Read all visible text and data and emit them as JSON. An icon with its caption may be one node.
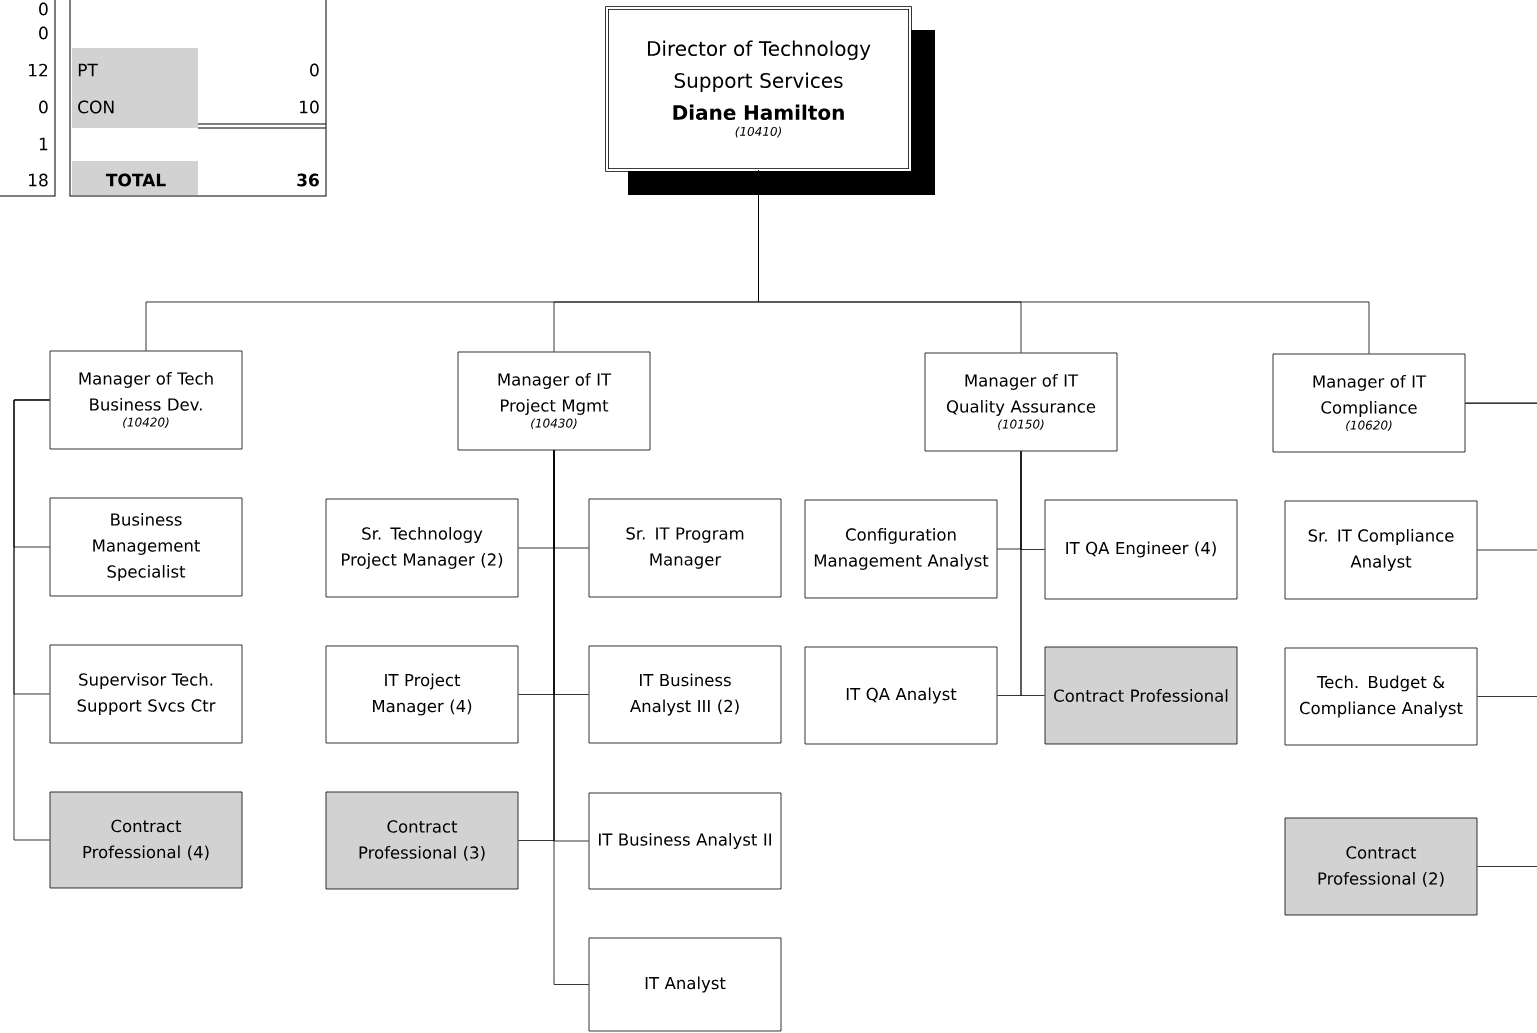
{
  "diagram": {
    "nodes": [
      {
        "text": [
          "Director of Technology Support Services",
          "Diane Hamilton",
          "(10410)"
        ]
      },
      {
        "text": [
          "Manager of Tech Business Dev.",
          "(10420)"
        ]
      },
      {
        "text": [
          "Manager of IT Project Mgmt",
          "(10430)"
        ]
      },
      {
        "text": [
          "Manager of IT Quality Assurance",
          "(10150)"
        ]
      },
      {
        "text": [
          "Manager of IT Compliance",
          "(10620)"
        ]
      },
      {
        "text": [
          "Business Management Specialist"
        ]
      },
      {
        "text": [
          "Supervisor Tech. Support Svcs Ctr"
        ]
      },
      {
        "text": [
          "Contract Professional (4)"
        ]
      },
      {
        "text": [
          "Sr. Technology Project Manager (2)"
        ]
      },
      {
        "text": [
          "Sr. IT Program Manager"
        ]
      },
      {
        "text": [
          "IT Project Manager (4)"
        ]
      },
      {
        "text": [
          "IT Business Analyst III (2)"
        ]
      },
      {
        "text": [
          "Contract Professional (3)"
        ]
      },
      {
        "text": [
          "IT Business Analyst II"
        ]
      },
      {
        "text": [
          "IT Analyst"
        ]
      },
      {
        "text": [
          "Configuration Management Analyst"
        ]
      },
      {
        "text": [
          "IT QA Engineer (4)"
        ]
      },
      {
        "text": [
          "IT QA Analyst"
        ]
      },
      {
        "text": [
          "Contract Professional"
        ]
      },
      {
        "text": [
          "Sr. IT Compliance Analyst"
        ]
      },
      {
        "text": [
          "Tech. Budget & Compliance Analyst"
        ]
      },
      {
        "text": [
          "Contract Professional (2)"
        ]
      }
    ],
    "edges": [
      {
        "from": 0,
        "to": 1,
        "arrow": "none"
      },
      {
        "from": 0,
        "to": 2,
        "arrow": "none"
      },
      {
        "from": 0,
        "to": 3,
        "arrow": "none"
      },
      {
        "from": 0,
        "to": 4,
        "arrow": "none"
      },
      {
        "from": 1,
        "to": 5,
        "arrow": "none"
      },
      {
        "from": 1,
        "to": 6,
        "arrow": "none"
      },
      {
        "from": 1,
        "to": 7,
        "arrow": "none"
      },
      {
        "from": 2,
        "to": 8,
        "arrow": "none"
      },
      {
        "from": 2,
        "to": 9,
        "arrow": "none"
      },
      {
        "from": 2,
        "to": 10,
        "arrow": "none"
      },
      {
        "from": 2,
        "to": 11,
        "arrow": "none"
      },
      {
        "from": 2,
        "to": 12,
        "arrow": "none"
      },
      {
        "from": 2,
        "to": 13,
        "arrow": "none"
      },
      {
        "from": 2,
        "to": 14,
        "arrow": "none"
      },
      {
        "from": 3,
        "to": 15,
        "arrow": "none"
      },
      {
        "from": 3,
        "to": 16,
        "arrow": "none"
      },
      {
        "from": 3,
        "to": 17,
        "arrow": "none"
      },
      {
        "from": 3,
        "to": 18,
        "arrow": "none"
      },
      {
        "from": 4,
        "to": 19,
        "arrow": "none"
      },
      {
        "from": 4,
        "to": 20,
        "arrow": "none"
      },
      {
        "from": 4,
        "to": 21,
        "arrow": "none"
      }
    ],
    "labels": [
      "0",
      "0",
      "12",
      "PT",
      "0",
      "0",
      "CON",
      "10",
      "1",
      "18",
      "TOTAL",
      "36"
    ]
  }
}
